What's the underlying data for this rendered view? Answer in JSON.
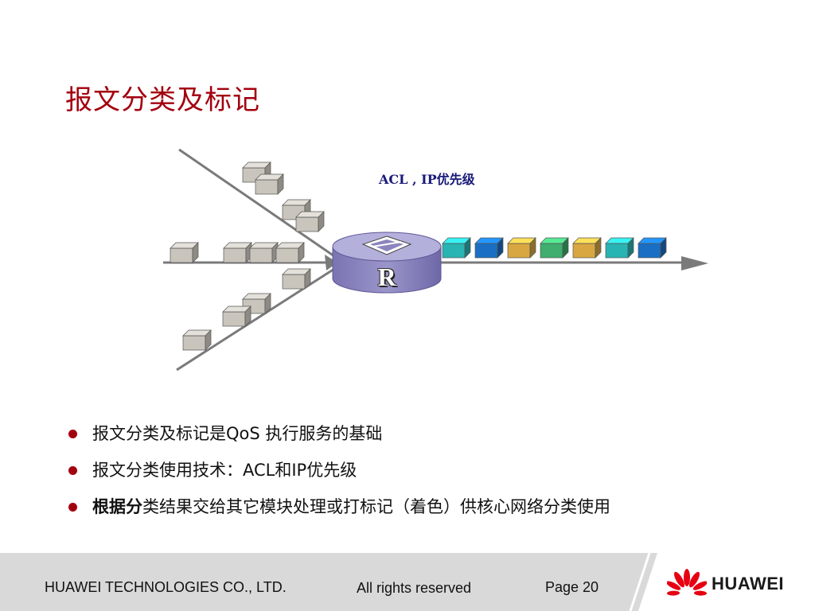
{
  "slide": {
    "title": "报文分类及标记"
  },
  "diagram": {
    "caption": "ACL , IP优先级",
    "router_letter": "R",
    "colored_packet_colors": [
      "#29b4b4",
      "#1a6fc4",
      "#d9a742",
      "#3fae6e",
      "#d9a742",
      "#29b4b4",
      "#1a6fc4"
    ]
  },
  "bullets": [
    {
      "prefix_bold": "",
      "text": "报文分类及标记是QoS 执行服务的基础"
    },
    {
      "prefix_bold": "",
      "text": "报文分类使用技术：ACL和IP优先级"
    },
    {
      "prefix_bold": "根据分",
      "text": "类结果交给其它模块处理或打标记（着色）供核心网络分类使用"
    }
  ],
  "footer": {
    "company": "HUAWEI TECHNOLOGIES CO., LTD.",
    "rights": "All rights reserved",
    "page": "Page 20",
    "brand": "HUAWEI",
    "logo": "huawei-petal-logo"
  },
  "colors": {
    "title": "#a3000f",
    "bullet": "#a3000f",
    "router": "#8a85bd",
    "caption": "#1a1a7a"
  }
}
